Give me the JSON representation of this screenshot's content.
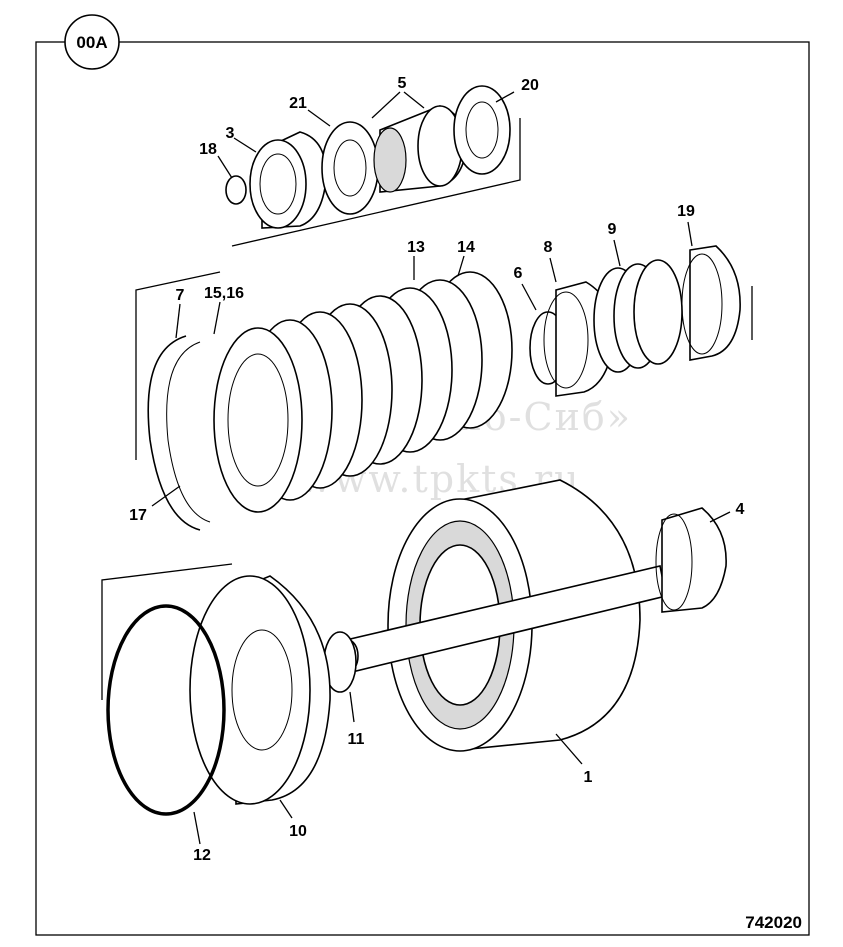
{
  "badge": "00A",
  "reference_number": "742020",
  "watermark": [
    "ТПК «Техно-Сиб»",
    "www.tpkts.ru"
  ],
  "callouts": [
    "1",
    "3",
    "4",
    "5",
    "6",
    "7",
    "8",
    "9",
    "10",
    "11",
    "12",
    "13",
    "14",
    "15,16",
    "17",
    "18",
    "19",
    "20",
    "21"
  ]
}
